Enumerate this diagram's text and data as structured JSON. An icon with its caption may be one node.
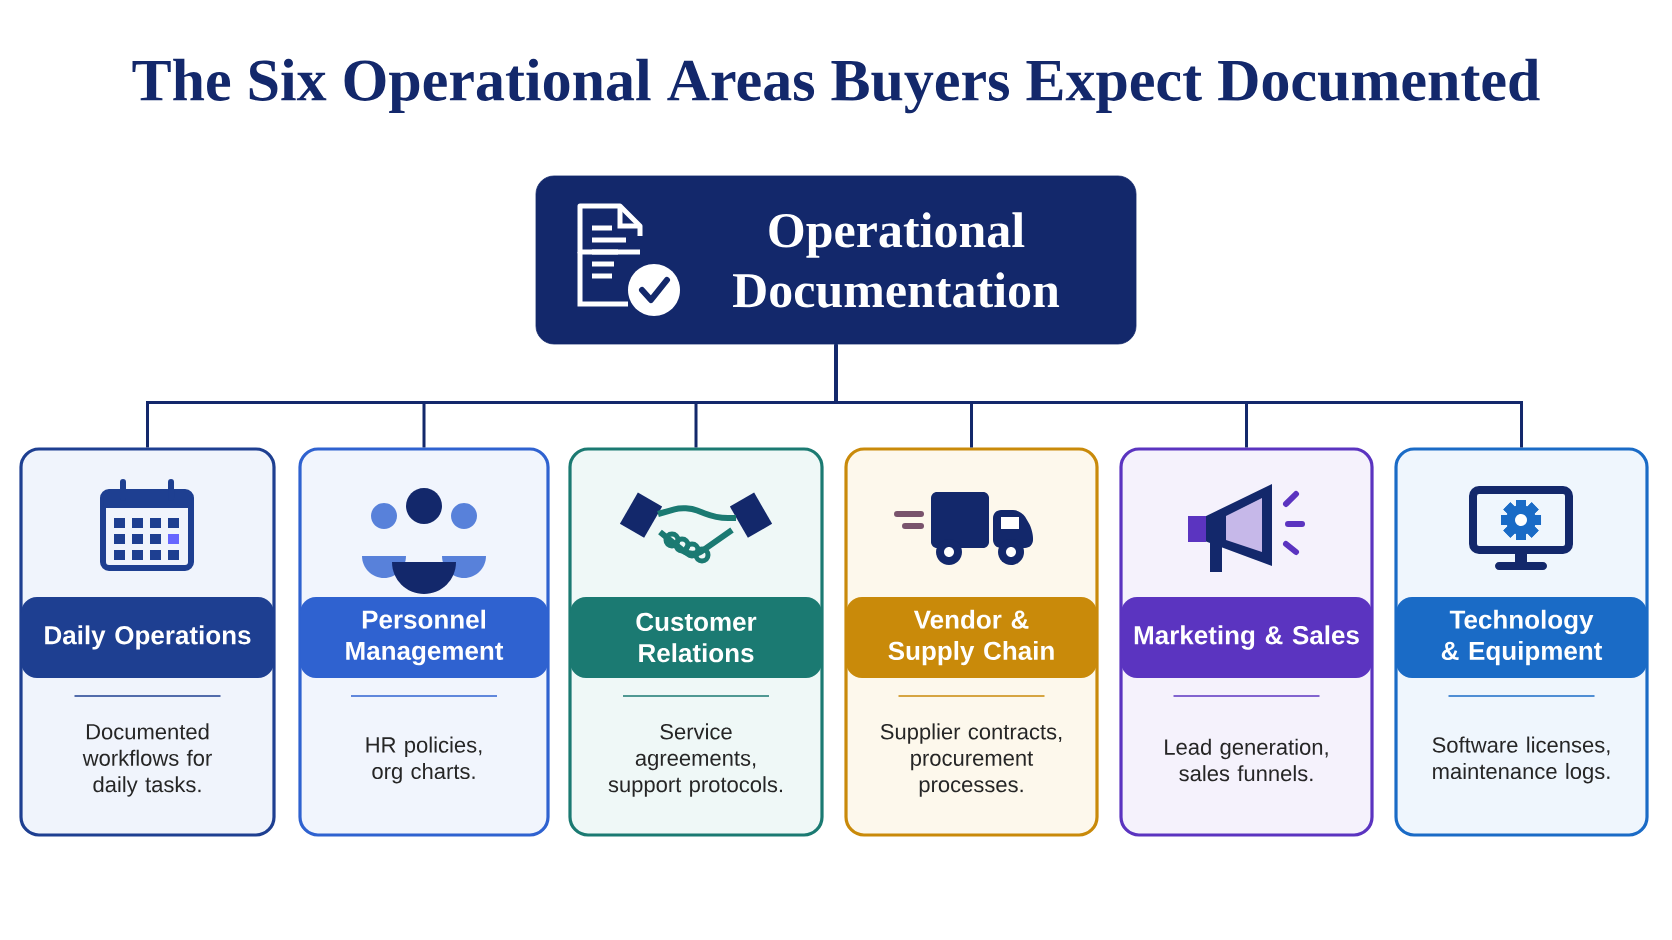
{
  "diagram": {
    "title": "The Six Operational Areas Buyers Expect Documented",
    "nodes": [
      {
        "text": [
          "Operational Documentation"
        ]
      },
      {
        "text": [
          "Daily Operations",
          "Documented workflows for daily tasks."
        ]
      },
      {
        "text": [
          "Personnel Management",
          "HR policies, org charts."
        ]
      },
      {
        "text": [
          "Customer Relations",
          "Service agreements, support protocols."
        ]
      },
      {
        "text": [
          "Vendor & Supply Chain",
          "Supplier contracts, procurement processes."
        ]
      },
      {
        "text": [
          "Marketing & Sales",
          "Lead generation, sales funnels."
        ]
      },
      {
        "text": [
          "Technology & Equipment",
          "Software licenses, maintenance logs."
        ]
      }
    ],
    "edges": [
      {
        "from": 0,
        "to": 1,
        "arrow": "none"
      },
      {
        "from": 0,
        "to": 2,
        "arrow": "none"
      },
      {
        "from": 0,
        "to": 3,
        "arrow": "none"
      },
      {
        "from": 0,
        "to": 4,
        "arrow": "none"
      },
      {
        "from": 0,
        "to": 5,
        "arrow": "none"
      },
      {
        "from": 0,
        "to": 6,
        "arrow": "none"
      }
    ]
  }
}
